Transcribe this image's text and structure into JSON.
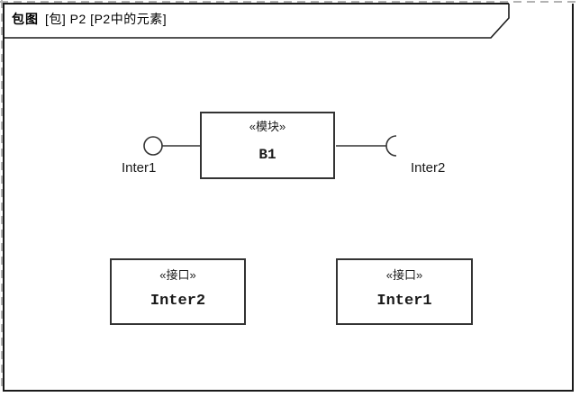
{
  "frame": {
    "title": {
      "keyword": "包图",
      "rest": "[包] P2 [P2中的元素]"
    }
  },
  "block": {
    "stereotype": "«模块»",
    "name": "B1"
  },
  "ports": {
    "provided": {
      "label": "Inter1",
      "icon": "ball-provided-interface-icon"
    },
    "required": {
      "label": "Inter2",
      "icon": "socket-required-interface-icon"
    }
  },
  "interface_boxes": [
    {
      "stereotype": "«接口»",
      "name": "Inter2"
    },
    {
      "stereotype": "«接口»",
      "name": "Inter1"
    }
  ],
  "colors": {
    "frame_line": "#1a1a1a",
    "shape_border": "#333333",
    "selection_dash": "#b3b3b3",
    "background": "#ffffff",
    "text": "#000000"
  }
}
